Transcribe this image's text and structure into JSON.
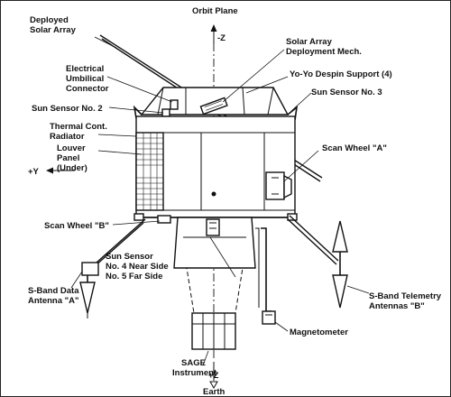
{
  "labels": {
    "orbit_plane": "Orbit Plane",
    "minus_z": "-Z",
    "plus_z": "+Z",
    "earth": "Earth",
    "plus_y": "+Y",
    "deployed_solar_array_1": "Deployed",
    "deployed_solar_array_2": "Solar Array",
    "electrical_umbilical_1": "Electrical",
    "electrical_umbilical_2": "Umbilical",
    "electrical_umbilical_3": "Connector",
    "sun_sensor_2": "Sun Sensor No. 2",
    "thermal_radiator_1": "Thermal Cont.",
    "thermal_radiator_2": "Radiator",
    "louver_panel_1": "Louver",
    "louver_panel_2": "Panel",
    "louver_panel_3": "(Under)",
    "solar_array_mech_1": "Solar Array",
    "solar_array_mech_2": "Deployment Mech.",
    "yoyo_despin": "Yo-Yo Despin Support (4)",
    "sun_sensor_3": "Sun Sensor No. 3",
    "scan_wheel_a": "Scan Wheel \"A\"",
    "scan_wheel_b": "Scan Wheel \"B\"",
    "sband_data_1": "S-Band Data",
    "sband_data_2": "Antenna \"A\"",
    "sun_sensor_45_1": "Sun Sensor",
    "sun_sensor_45_2": "No. 4 Near Side",
    "sun_sensor_45_3": "No. 5 Far Side",
    "sband_telemetry_1": "S-Band Telemetry",
    "sband_telemetry_2": "Antennas \"B\"",
    "magnetometer": "Magnetometer",
    "sage_1": "SAGE",
    "sage_2": "Instrument"
  }
}
